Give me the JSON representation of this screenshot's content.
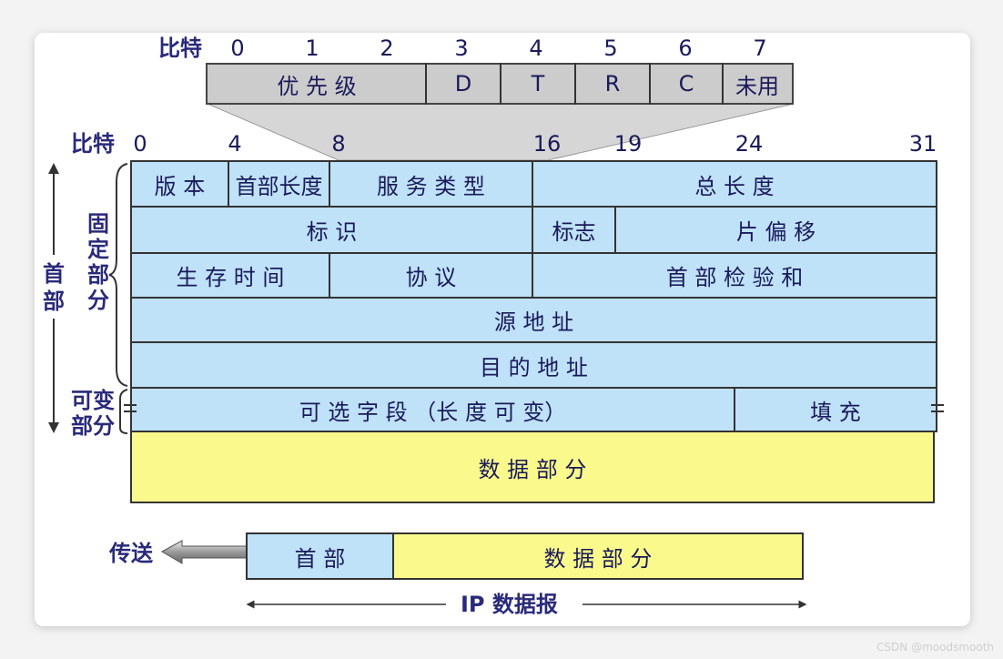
{
  "top_bits": {
    "label": "比特",
    "numbers": [
      "0",
      "1",
      "2",
      "3",
      "4",
      "5",
      "6",
      "7"
    ],
    "fields": [
      "优 先 级",
      "D",
      "T",
      "R",
      "C",
      "未用"
    ]
  },
  "main_bits": {
    "label": "比特",
    "numbers": [
      "0",
      "4",
      "8",
      "16",
      "19",
      "24",
      "31"
    ]
  },
  "rows": {
    "r1": [
      "版 本",
      "首部长度",
      "服 务 类 型",
      "总  长  度"
    ],
    "r2": [
      "标   识",
      "标志",
      "片  偏  移"
    ],
    "r3": [
      "生 存 时 间",
      "协   议",
      "首  部  检  验  和"
    ],
    "r4": [
      "源   地   址"
    ],
    "r5": [
      "目   的   地   址"
    ],
    "r6": [
      "可   选   字   段  （长   度   可   变）",
      "填    充"
    ]
  },
  "data_part": "数      据      部      分",
  "side_labels": {
    "header": "首\n部",
    "fixed": "固\n定\n部\n分",
    "variable": "可变\n部分"
  },
  "transmit": {
    "label": "传送",
    "header": "首   部",
    "data": "数        据        部        分",
    "caption": "IP 数据报"
  },
  "watermark": "CSDN @moodsmooth"
}
